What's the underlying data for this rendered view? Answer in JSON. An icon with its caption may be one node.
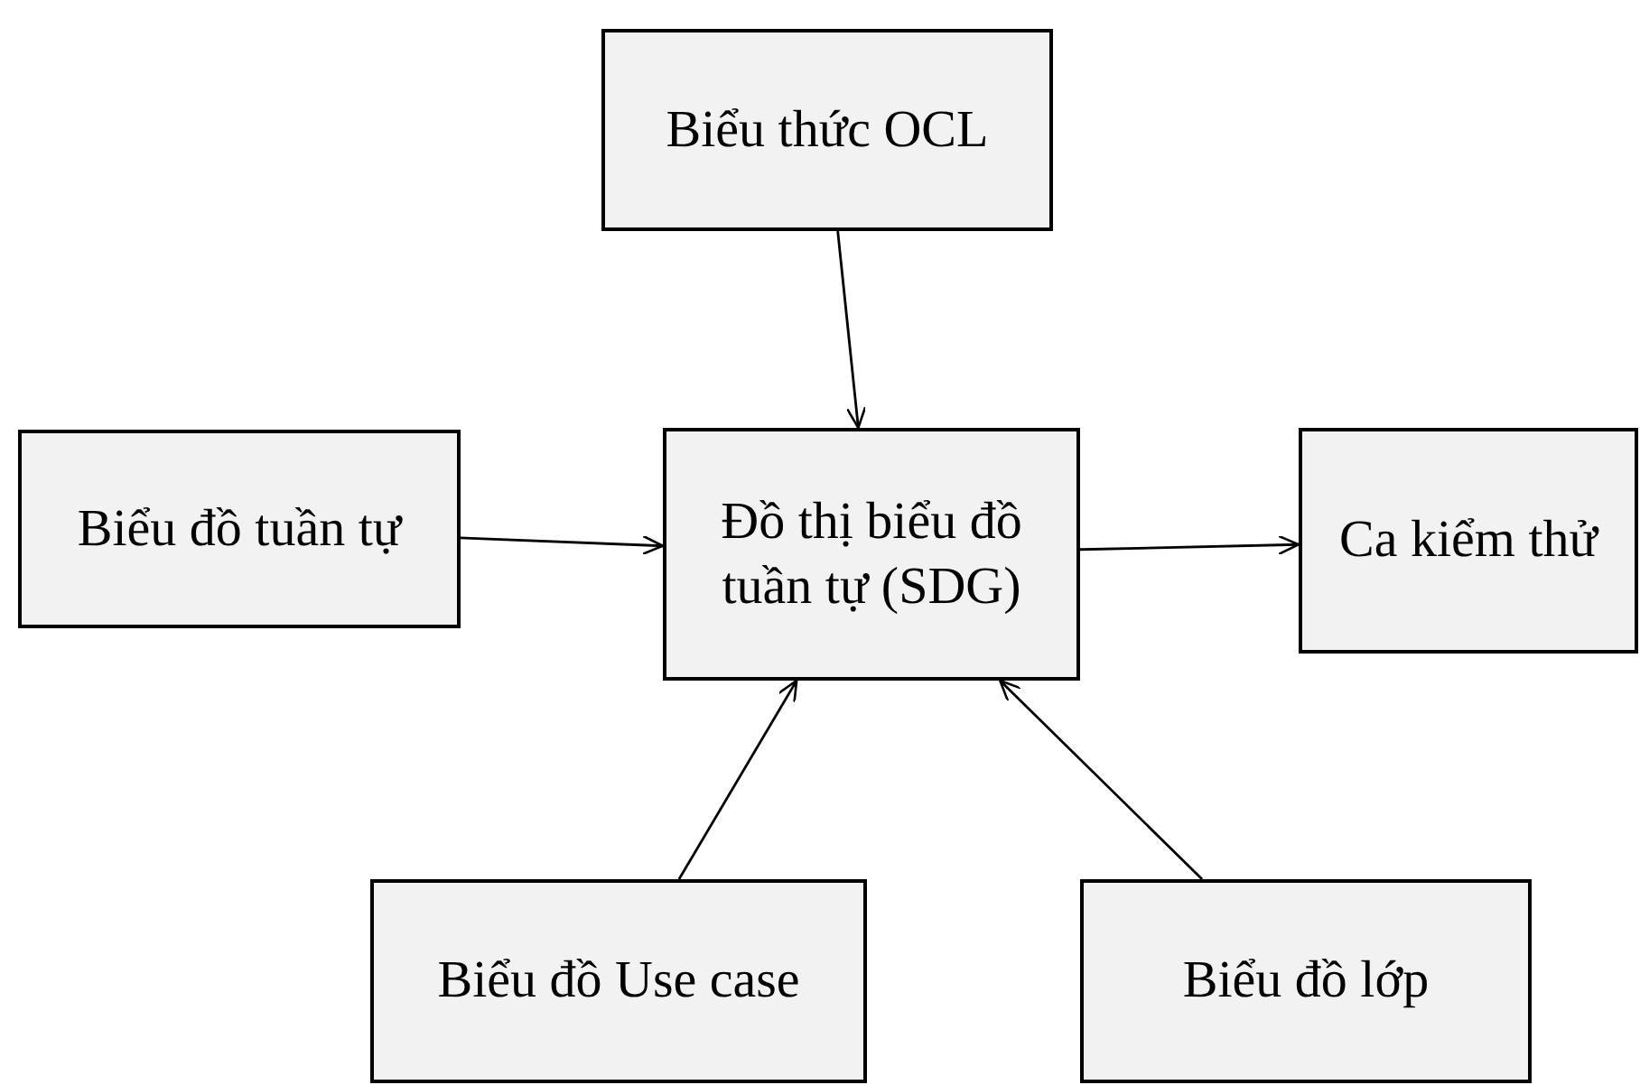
{
  "diagram": {
    "nodes": [
      {
        "text": [
          "Biểu thức OCL"
        ]
      },
      {
        "text": [
          "Biểu đồ tuần tự"
        ]
      },
      {
        "text": [
          "Đồ thị biểu đồ tuần tự (SDG)"
        ]
      },
      {
        "text": [
          "Ca kiểm thử"
        ]
      },
      {
        "text": [
          "Biểu đồ Use case"
        ]
      },
      {
        "text": [
          "Biểu đồ lớp"
        ]
      }
    ],
    "edges": [
      {
        "from": 0,
        "to": 2,
        "arrow": "to"
      },
      {
        "from": 1,
        "to": 2,
        "arrow": "to"
      },
      {
        "from": 2,
        "to": 3,
        "arrow": "to"
      },
      {
        "from": 4,
        "to": 2,
        "arrow": "to"
      },
      {
        "from": 5,
        "to": 2,
        "arrow": "to"
      }
    ]
  }
}
